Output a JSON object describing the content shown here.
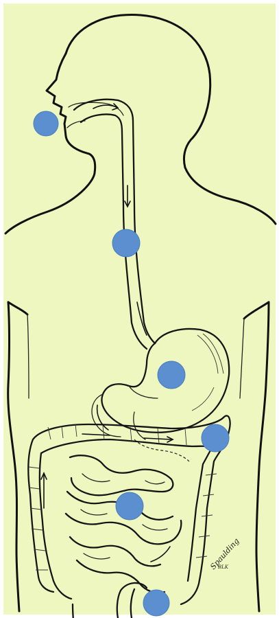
{
  "diagram": {
    "background_color": "#eff7c0",
    "marker_color": "#5b8fd0",
    "signature": "Spaulding",
    "signature_sub": "BLK",
    "markers": [
      {
        "id": "marker-mouth"
      },
      {
        "id": "marker-esophagus"
      },
      {
        "id": "marker-stomach"
      },
      {
        "id": "marker-large-intestine"
      },
      {
        "id": "marker-small-intestine"
      },
      {
        "id": "marker-rectum"
      }
    ]
  }
}
